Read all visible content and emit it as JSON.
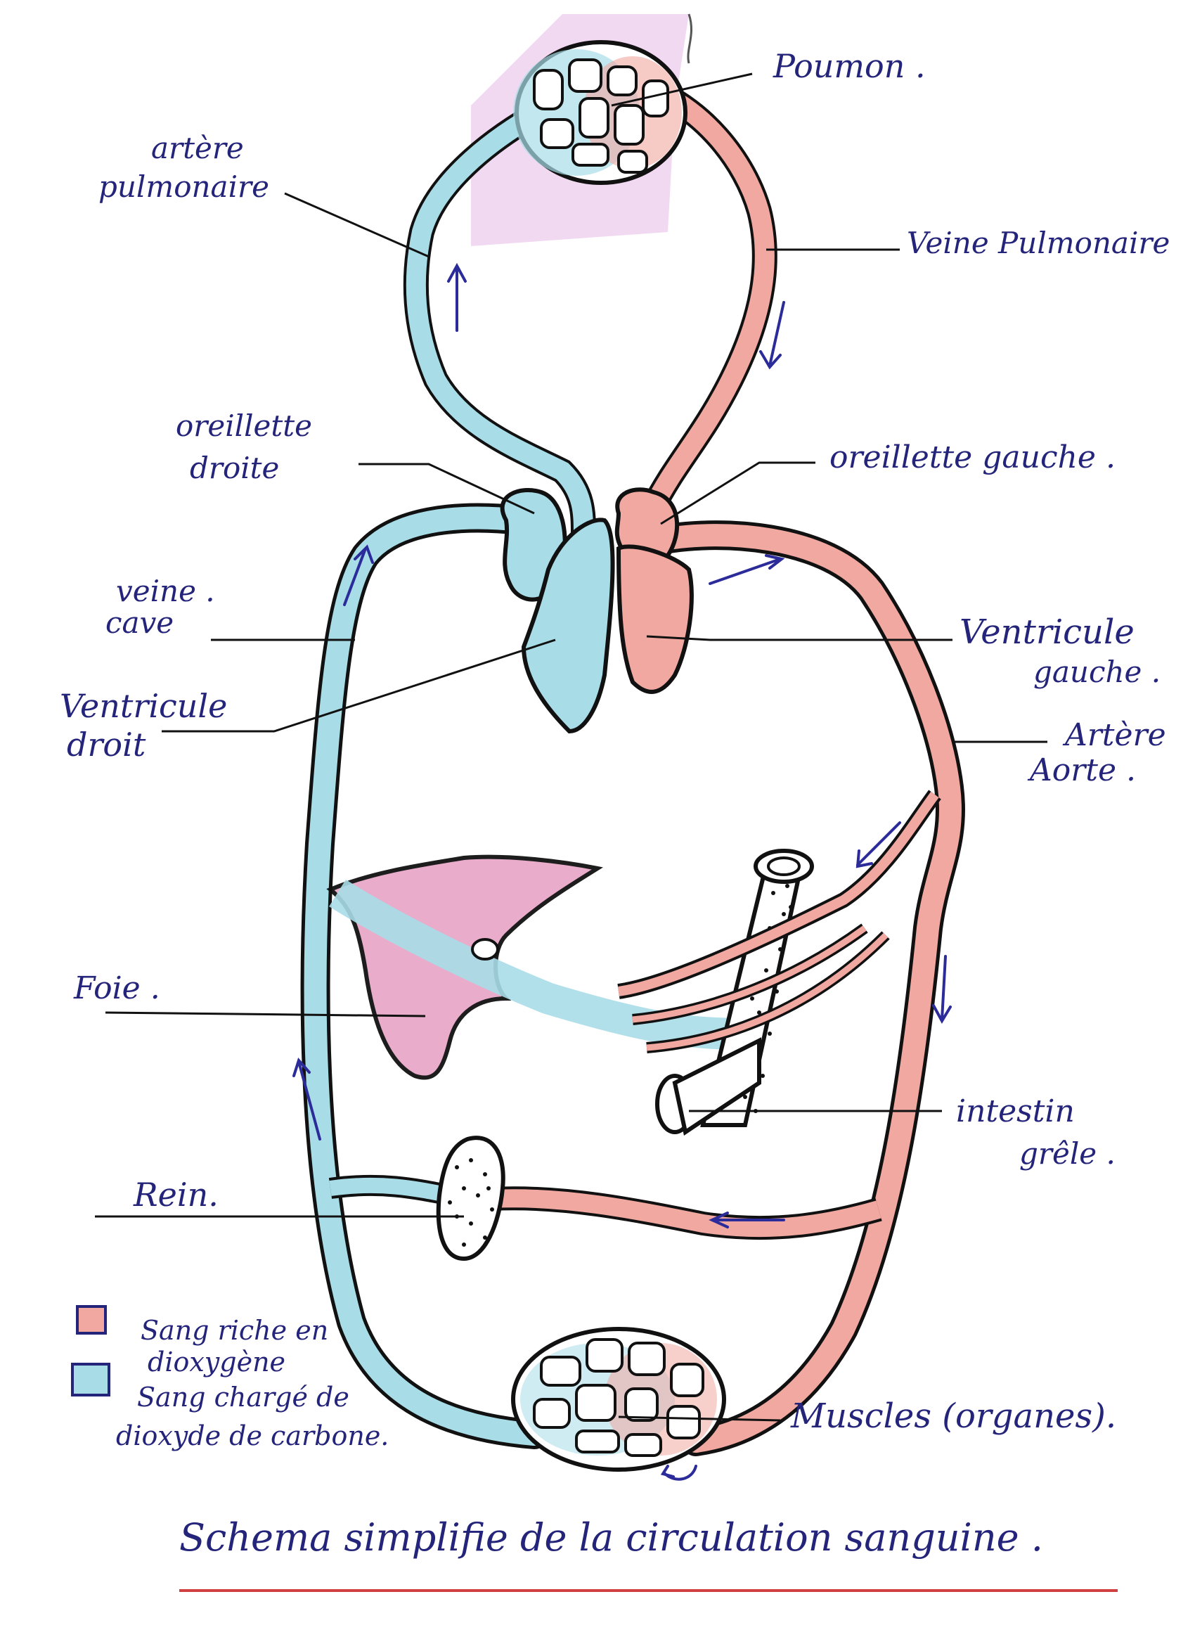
{
  "diagram": {
    "labels": {
      "poumon": "Poumon .",
      "artere_pulmonaire_1": "artère",
      "artere_pulmonaire_2": "pulmonaire",
      "veine_pulmonaire": "Veine Pulmonaire",
      "oreillette_droite_1": "oreillette",
      "oreillette_droite_2": "droite",
      "oreillette_gauche": "oreillette gauche .",
      "veine_cave_1": "veine .",
      "veine_cave_2": "cave",
      "ventricule_gauche_1": "Ventricule",
      "ventricule_gauche_2": "gauche .",
      "ventricule_droit_1": "Ventricule",
      "ventricule_droit_2": "droit",
      "artere_aorte_1": "Artère",
      "artere_aorte_2": "Aorte .",
      "foie": "Foie .",
      "intestin_1": "intestin",
      "intestin_2": "grêle .",
      "rein": "Rein.",
      "muscles": "Muscles (organes)."
    },
    "legend": {
      "oxygen_1": "Sang riche en",
      "oxygen_2": "dioxygène",
      "co2_1": "Sang chargé de",
      "co2_2": "dioxyde de carbone."
    },
    "title": "Schema simplifie de la circulation sanguine .",
    "colors": {
      "oxygenated": "#f0a8a0",
      "deoxygenated": "#a8dde8",
      "liver": "#e8a8c8",
      "lung_bg": "#e8c8e8",
      "ink": "#24247a",
      "arrow": "#2b2b9a",
      "title_underline": "#d04040"
    }
  }
}
